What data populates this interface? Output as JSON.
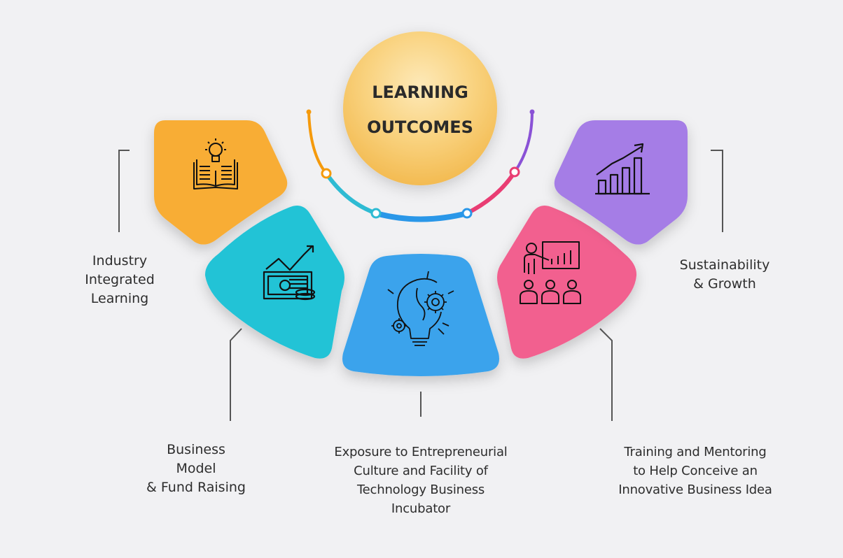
{
  "center": {
    "line1": "LEARNING",
    "line2": "OUTCOMES"
  },
  "items": [
    {
      "label": "Industry\nIntegrated\nLearning",
      "color": "#f8ad36",
      "icon": "book-lightbulb-icon"
    },
    {
      "label": "Business\nModel\n& Fund Raising",
      "color": "#22c3d6",
      "icon": "money-growth-icon"
    },
    {
      "label": "Exposure to Entrepreneurial\nCulture and Facility of\nTechnology Business\nIncubator",
      "color": "#3aa3ec",
      "icon": "gear-brain-bulb-icon"
    },
    {
      "label": "Training and Mentoring\nto Help Conceive an\nInnovative Business Idea",
      "color": "#f2618f",
      "icon": "presentation-audience-icon"
    },
    {
      "label": "Sustainability\n& Growth",
      "color": "#a57de6",
      "icon": "growth-chart-icon"
    }
  ],
  "arc_colors": [
    "#f59a0c",
    "#2ebbd3",
    "#2a97e8",
    "#e93d73",
    "#8a52d6"
  ]
}
